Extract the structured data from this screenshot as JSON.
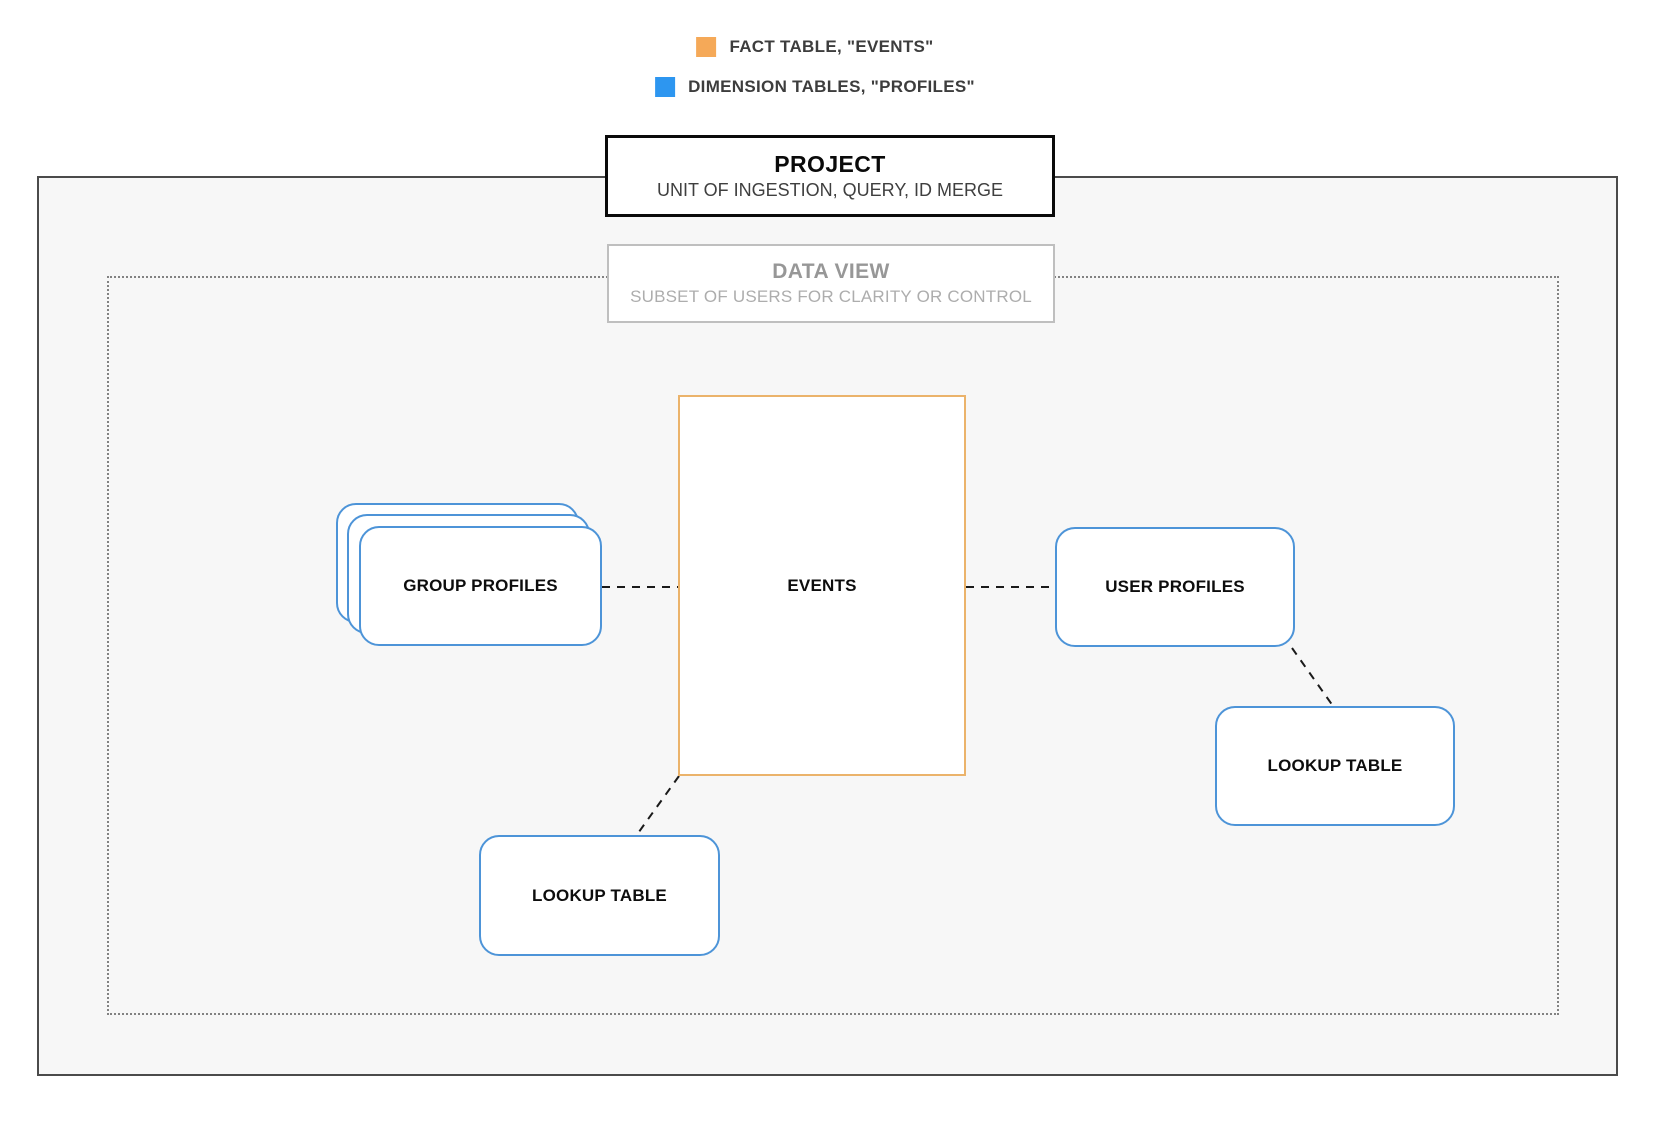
{
  "legend": {
    "items": [
      {
        "name": "fact-table",
        "label": "FACT TABLE, \"EVENTS\"",
        "color_key": "fact_orange"
      },
      {
        "name": "dimension-tables",
        "label": "DIMENSION TABLES, \"PROFILES\"",
        "color_key": "dimension_blue"
      }
    ]
  },
  "project_plate": {
    "title": "PROJECT",
    "subtitle": "UNIT OF INGESTION, QUERY, ID MERGE"
  },
  "data_view_plate": {
    "title": "DATA VIEW",
    "subtitle": "SUBSET OF USERS FOR CLARITY OR CONTROL"
  },
  "nodes": {
    "events": {
      "label": "EVENTS"
    },
    "group_profiles": {
      "label": "GROUP PROFILES"
    },
    "user_profiles": {
      "label": "USER PROFILES"
    },
    "lookup_table_right": {
      "label": "LOOKUP TABLE"
    },
    "lookup_table_bottom": {
      "label": "LOOKUP TABLE"
    }
  },
  "edges": [
    {
      "from": "group_profiles",
      "to": "events",
      "style": "dashed"
    },
    {
      "from": "events",
      "to": "user_profiles",
      "style": "dashed"
    },
    {
      "from": "user_profiles",
      "to": "lookup_table_right",
      "style": "dashed"
    },
    {
      "from": "events",
      "to": "lookup_table_bottom",
      "style": "dashed"
    }
  ],
  "colors": {
    "fact_orange": "#f5a958",
    "dimension_blue": "#2d96f0",
    "events_border": "#ebb36b",
    "profile_border": "#4d94d8",
    "connector": "#1a1a1a",
    "outer_border": "#4b4b4b",
    "outer_fill": "#f7f7f7",
    "dotted_border": "#828282"
  }
}
